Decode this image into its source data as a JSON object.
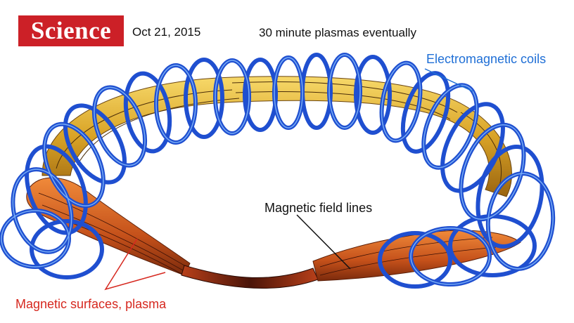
{
  "header": {
    "logo_text": "Science",
    "date": "Oct 21, 2015",
    "headline": "30 minute plasmas eventually"
  },
  "labels": {
    "coils": "Electromagnetic coils",
    "field_lines": "Magnetic field lines",
    "surfaces": "Magnetic surfaces, plasma"
  },
  "colors": {
    "brand_red": "#cc2027",
    "coil_blue": "#1f4fd0",
    "coil_highlight": "#8fc4ff",
    "plasma_gold": "#d4a020",
    "plasma_orange": "#d8601c",
    "label_blue": "#1f6fd6",
    "label_red": "#d6281f"
  }
}
